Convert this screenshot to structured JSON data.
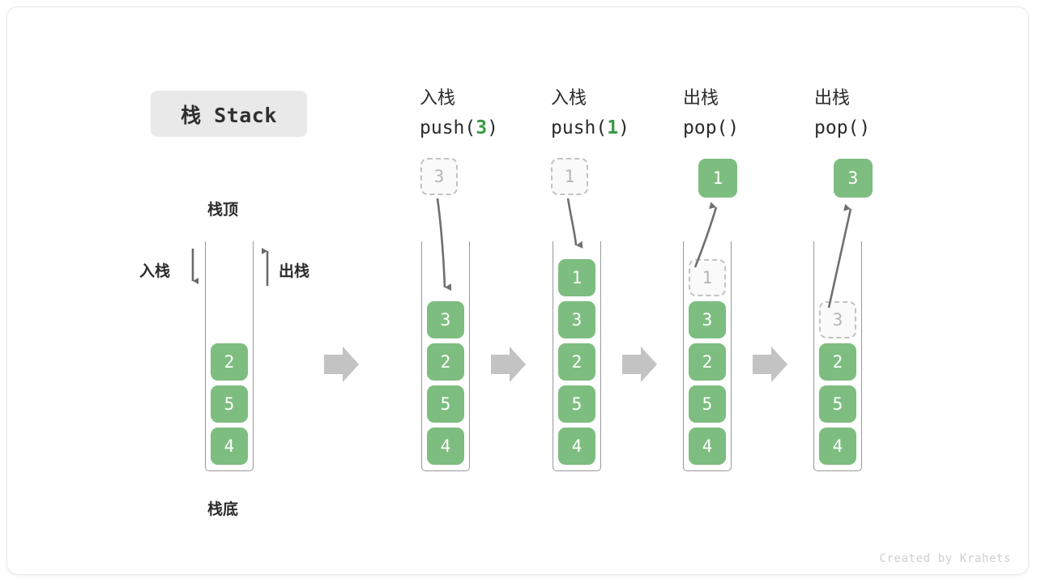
{
  "title": {
    "text": "栈 Stack"
  },
  "labels": {
    "top": "栈顶",
    "bottom": "栈底",
    "push_side": "入栈",
    "pop_side": "出栈"
  },
  "colors": {
    "box_fill": "#7ebd80",
    "box_text": "#ffffff",
    "ghost_fill": "#fafafa",
    "ghost_border": "#c2c2c2",
    "ghost_text": "#b5b5b5",
    "code_accent": "#3a9a46",
    "flow_arrow": "#c3c3c3",
    "stack_border": "#999999",
    "chip_bg": "#e9e9e9",
    "text": "#2b2b2b"
  },
  "steps": [
    {
      "id": "initial",
      "caption_cn": "",
      "caption_code": "",
      "stack": [
        "2",
        "5",
        "4"
      ],
      "floating": null,
      "ghost_in_stack": null
    },
    {
      "id": "push-3",
      "caption_cn": "入栈",
      "caption_code": "push(",
      "caption_arg": "3",
      "caption_code_end": ")",
      "stack": [
        "3",
        "2",
        "5",
        "4"
      ],
      "floating": {
        "value": "3",
        "style": "ghost"
      },
      "ghost_in_stack": null
    },
    {
      "id": "push-1",
      "caption_cn": "入栈",
      "caption_code": "push(",
      "caption_arg": "1",
      "caption_code_end": ")",
      "stack": [
        "1",
        "3",
        "2",
        "5",
        "4"
      ],
      "floating": {
        "value": "1",
        "style": "ghost"
      },
      "ghost_in_stack": null
    },
    {
      "id": "pop-1",
      "caption_cn": "出栈",
      "caption_code": "pop(",
      "caption_arg": "",
      "caption_code_end": ")",
      "stack": [
        "3",
        "2",
        "5",
        "4"
      ],
      "floating": {
        "value": "1",
        "style": "filled"
      },
      "ghost_in_stack": {
        "value": "1",
        "slot": 0
      }
    },
    {
      "id": "pop-3",
      "caption_cn": "出栈",
      "caption_code": "pop(",
      "caption_arg": "",
      "caption_code_end": ")",
      "stack": [
        "2",
        "5",
        "4"
      ],
      "floating": {
        "value": "3",
        "style": "filled"
      },
      "ghost_in_stack": {
        "value": "3",
        "slot": 0
      }
    }
  ],
  "footer": {
    "text": "Created by Krahets"
  }
}
